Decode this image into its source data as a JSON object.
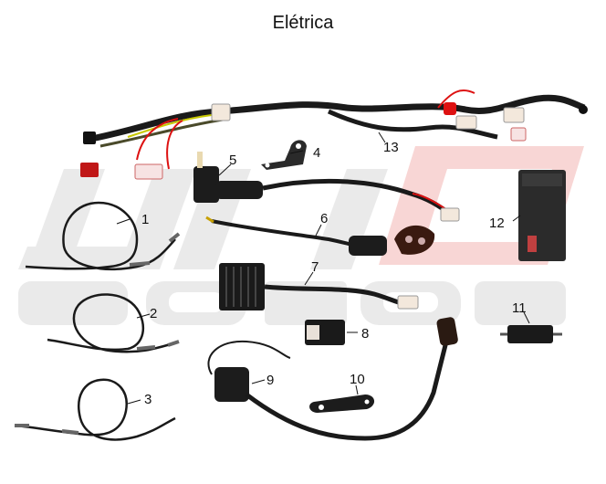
{
  "title": "Elétrica",
  "watermark": {
    "letters_top": "LXIO",
    "letters_bottom": "MOTOS",
    "red": "#e8322d",
    "gray": "#d9d9d9"
  },
  "parts": [
    {
      "number": "1"
    },
    {
      "number": "2"
    },
    {
      "number": "3"
    },
    {
      "number": "4"
    },
    {
      "number": "5"
    },
    {
      "number": "6"
    },
    {
      "number": "7"
    },
    {
      "number": "8"
    },
    {
      "number": "9"
    },
    {
      "number": "10"
    },
    {
      "number": "11"
    },
    {
      "number": "12"
    },
    {
      "number": "13"
    }
  ]
}
